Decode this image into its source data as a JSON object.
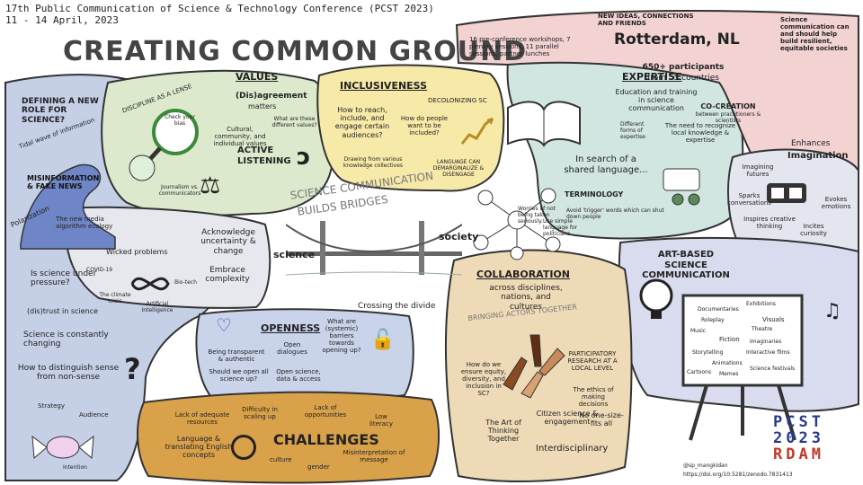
{
  "header": {
    "conference": "17th Public Communication of Science & Technology Conference (PCST 2023)",
    "dates": "11 - 14 April, 2023",
    "main_title": "CREATING COMMON GROUND"
  },
  "info_box": {
    "sessions": "16 pre-conference workshops, 7 plenary sessions, 11 parallel sessions, partner lunches",
    "ideas": "NEW IDEAS, CONNECTIONS AND FRIENDS",
    "city": "Rotterdam, NL",
    "participants": "650+ participants",
    "countries": "from 55 countries",
    "science_comm": "Science communication can and should help build resilient, equitable societies",
    "cocreation_title": "CO-CREATION",
    "cocreation_body": "between practitioners & scientists"
  },
  "role": {
    "title": "DEFINING A NEW ROLE FOR SCIENCE?",
    "tidal": "Tidal wave of information",
    "misinfo": "MISINFORMATION & FAKE NEWS",
    "polarization": "Polarization",
    "algorithm": "The new media algorithm ecology",
    "pressure": "Is science under pressure?",
    "trust": "(dis)trust in science",
    "changing": "Science is constantly changing",
    "distinguish": "How to distinguish sense from non-sense",
    "strategy": "Strategy",
    "audience": "Audience",
    "intention": "Intention"
  },
  "values": {
    "title": "VALUES",
    "lense": "DISCIPLINE AS A LENSE",
    "check_bias": "Check your bias",
    "disagreement_1": "(Dis)agreement",
    "disagreement_2": "matters",
    "cultural": "Cultural, community, and individual values",
    "different": "What are these different values?",
    "active": "ACTIVE LISTENING",
    "journalism": "Journalism vs. communicators"
  },
  "inclusiveness": {
    "title": "INCLUSIVENESS",
    "decolonizing": "DECOLONIZING SC",
    "reach": "How to reach, include, and engage certain audiences?",
    "included": "How do people want to be included?",
    "drawing": "Drawing from various knowledge collectives",
    "language": "LANGUAGE CAN DEMARGINALIZE & DISENGAGE"
  },
  "expertise": {
    "title": "EXPERTISE",
    "education": "Education and training in science communication",
    "forms": "Different forms of expertise",
    "recognize": "The need to recognize local knowledge & expertise",
    "search": "In search of a shared language...",
    "terminology": "TERMINOLOGY",
    "worries": "Worries of not being taken seriously...",
    "avoid": "Avoid 'trigger' words which can shut down people",
    "simple": "Use simple language for politicians"
  },
  "imagination": {
    "enhances": "Enhances",
    "imagination": "Imagination",
    "futures": "Imagining futures",
    "sparks": "Sparks conversations",
    "evokes": "Evokes emotions",
    "creative": "Inspires creative thinking",
    "curiosity": "Incites curiosity"
  },
  "bridges": {
    "title_1": "SCIENCE COMMUNICATION",
    "title_2": "BUILDS BRIDGES",
    "science": "science",
    "society": "society",
    "crossing": "Crossing the divide"
  },
  "middle": {
    "wicked": "Wicked problems",
    "covid": "COVID-19",
    "climate": "The climate crisis",
    "biotech": "Bio-tech",
    "ai": "Artificial Intelligence",
    "uncertainty": "Acknowledge uncertainty & change",
    "complexity": "Embrace complexity"
  },
  "openness": {
    "title": "OPENNESS",
    "transparent": "Being transparent & authentic",
    "dialogues": "Open dialogues",
    "barriers": "What are (systemic) barriers towards opening up?",
    "should_open": "Should we open all science up?",
    "open_science": "Open science, data & access"
  },
  "challenges": {
    "title": "CHALLENGES",
    "resources": "Lack of adequate resources",
    "scaling": "Difficulty in scaling up",
    "opportunities": "Lack of opportunities",
    "literacy": "Low literacy",
    "translating": "Language & translating English concepts",
    "culture": "culture",
    "gender": "gender",
    "misinterpretation": "Misinterpretation of message"
  },
  "collaboration": {
    "title": "COLLABORATION",
    "across": "across disciplines, nations, and cultures",
    "actors": "BRINGING ACTORS TOGETHER",
    "ensure": "How do we ensure equity, diversity, and inclusion in SC?",
    "participatory": "PARTICIPATORY RESEARCH AT A LOCAL LEVEL",
    "ethics": "The ethics of making decisions",
    "art_thinking": "The Art of Thinking Together",
    "citizen": "Citizen science & engagement",
    "no_one": "No one-size-fits all",
    "interdisciplinary": "Interdisciplinary"
  },
  "art": {
    "title": "ART-BASED SCIENCE COMMUNICATION",
    "items": [
      "Documentaries",
      "Exhibitions",
      "Roleplay",
      "Visuals",
      "Music",
      "Theatre",
      "Fiction",
      "Imaginaries",
      "Storytelling",
      "Interactive films",
      "Animations",
      "Cartoons",
      "Memes",
      "Science festivals"
    ]
  },
  "logo": {
    "row1": "PCST",
    "row2": "2023",
    "row3": "RDAM"
  },
  "footer": {
    "handle": "@sp_mangkidan",
    "doi": "https://doi.org/10.5281/zenodo.7831413"
  },
  "colors": {
    "blue": "#b9c7e3",
    "green": "#d9e6c8",
    "yellow": "#f5e6a0",
    "teal": "#cfe3de",
    "pink": "#f2cfcf",
    "orange": "#d9a24a",
    "tan": "#ecd8b4",
    "lavender": "#d8d9ec",
    "gray": "#e4e7ee",
    "openness_blue": "#c9d3ea"
  }
}
